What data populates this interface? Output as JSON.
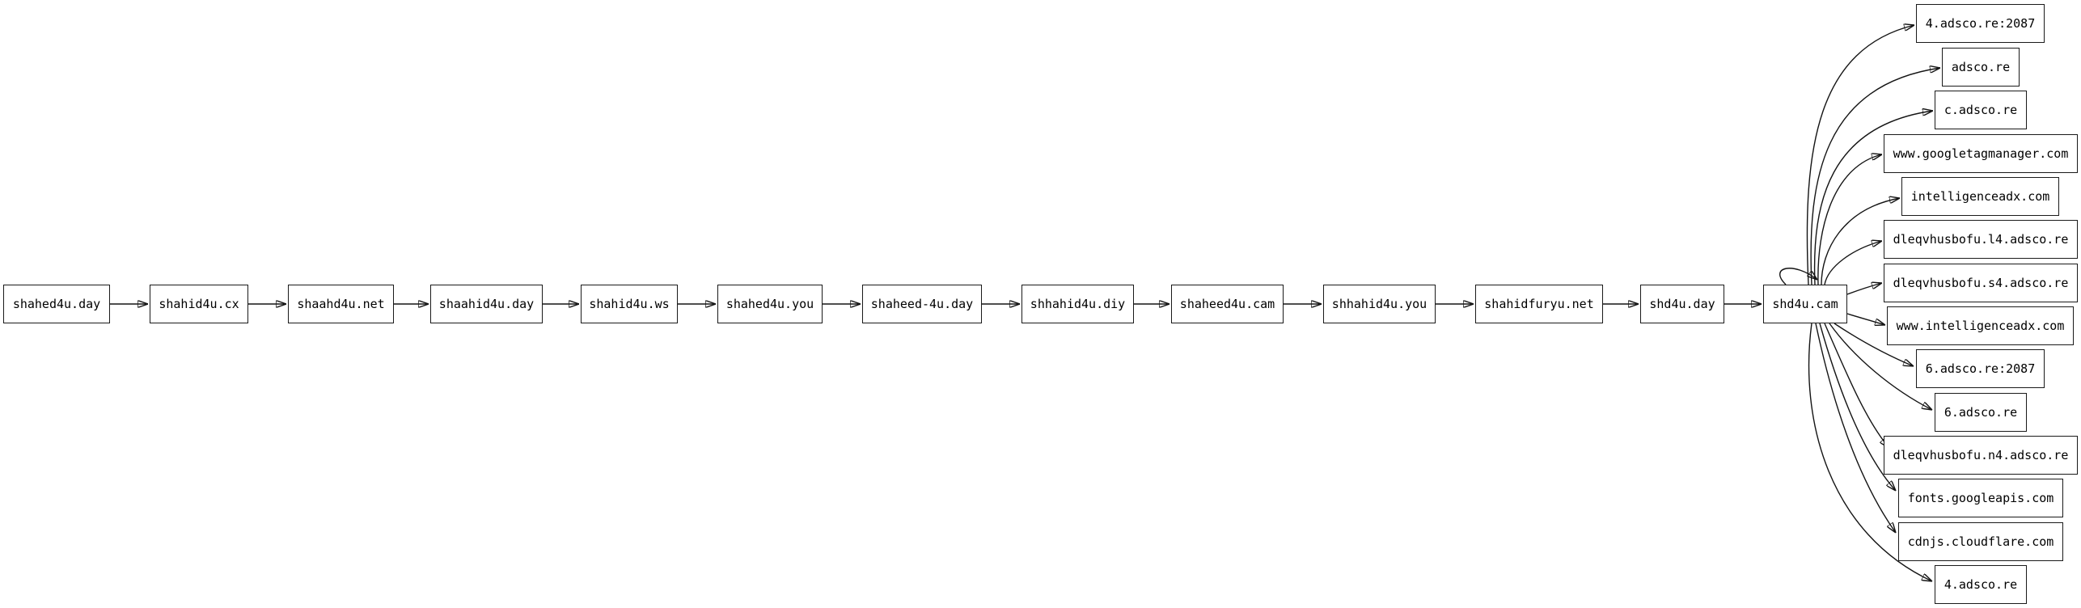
{
  "graph": {
    "type": "directed-graph",
    "colors": {
      "background": "#ffffff",
      "node_fill": "#ffffff",
      "node_border": "#1a1a1a",
      "edge": "#141414",
      "text": "#000000"
    },
    "nodes": {
      "chain": [
        "shahed4u.day",
        "shahid4u.cx",
        "shaahd4u.net",
        "shaahid4u.day",
        "shahid4u.ws",
        "shahed4u.you",
        "shaheed-4u.day",
        "shhahid4u.diy",
        "shaheed4u.cam",
        "shhahid4u.you",
        "shahidfuryu.net",
        "shd4u.day",
        "shd4u.cam"
      ],
      "targets": [
        "4.adsco.re:2087",
        "adsco.re",
        "c.adsco.re",
        "www.googletagmanager.com",
        "intelligenceadx.com",
        "dleqvhusbofu.l4.adsco.re",
        "dleqvhusbofu.s4.adsco.re",
        "www.intelligenceadx.com",
        "6.adsco.re:2087",
        "6.adsco.re",
        "dleqvhusbofu.n4.adsco.re",
        "fonts.googleapis.com",
        "cdnjs.cloudflare.com",
        "4.adsco.re"
      ]
    },
    "edges": [
      {
        "from": "shahed4u.day",
        "to": "shahid4u.cx"
      },
      {
        "from": "shahid4u.cx",
        "to": "shaahd4u.net"
      },
      {
        "from": "shaahd4u.net",
        "to": "shaahid4u.day"
      },
      {
        "from": "shaahid4u.day",
        "to": "shahid4u.ws"
      },
      {
        "from": "shahid4u.ws",
        "to": "shahed4u.you"
      },
      {
        "from": "shahed4u.you",
        "to": "shaheed-4u.day"
      },
      {
        "from": "shaheed-4u.day",
        "to": "shhahid4u.diy"
      },
      {
        "from": "shhahid4u.diy",
        "to": "shaheed4u.cam"
      },
      {
        "from": "shaheed4u.cam",
        "to": "shhahid4u.you"
      },
      {
        "from": "shhahid4u.you",
        "to": "shahidfuryu.net"
      },
      {
        "from": "shahidfuryu.net",
        "to": "shd4u.day"
      },
      {
        "from": "shd4u.day",
        "to": "shd4u.cam"
      },
      {
        "from": "shd4u.cam",
        "to": "shd4u.cam"
      },
      {
        "from": "shd4u.cam",
        "to": "4.adsco.re:2087"
      },
      {
        "from": "shd4u.cam",
        "to": "adsco.re"
      },
      {
        "from": "shd4u.cam",
        "to": "c.adsco.re"
      },
      {
        "from": "shd4u.cam",
        "to": "www.googletagmanager.com"
      },
      {
        "from": "shd4u.cam",
        "to": "intelligenceadx.com"
      },
      {
        "from": "shd4u.cam",
        "to": "dleqvhusbofu.l4.adsco.re"
      },
      {
        "from": "shd4u.cam",
        "to": "dleqvhusbofu.s4.adsco.re"
      },
      {
        "from": "shd4u.cam",
        "to": "www.intelligenceadx.com"
      },
      {
        "from": "shd4u.cam",
        "to": "6.adsco.re:2087"
      },
      {
        "from": "shd4u.cam",
        "to": "6.adsco.re"
      },
      {
        "from": "shd4u.cam",
        "to": "dleqvhusbofu.n4.adsco.re"
      },
      {
        "from": "shd4u.cam",
        "to": "fonts.googleapis.com"
      },
      {
        "from": "shd4u.cam",
        "to": "cdnjs.cloudflare.com"
      },
      {
        "from": "shd4u.cam",
        "to": "4.adsco.re"
      }
    ]
  }
}
